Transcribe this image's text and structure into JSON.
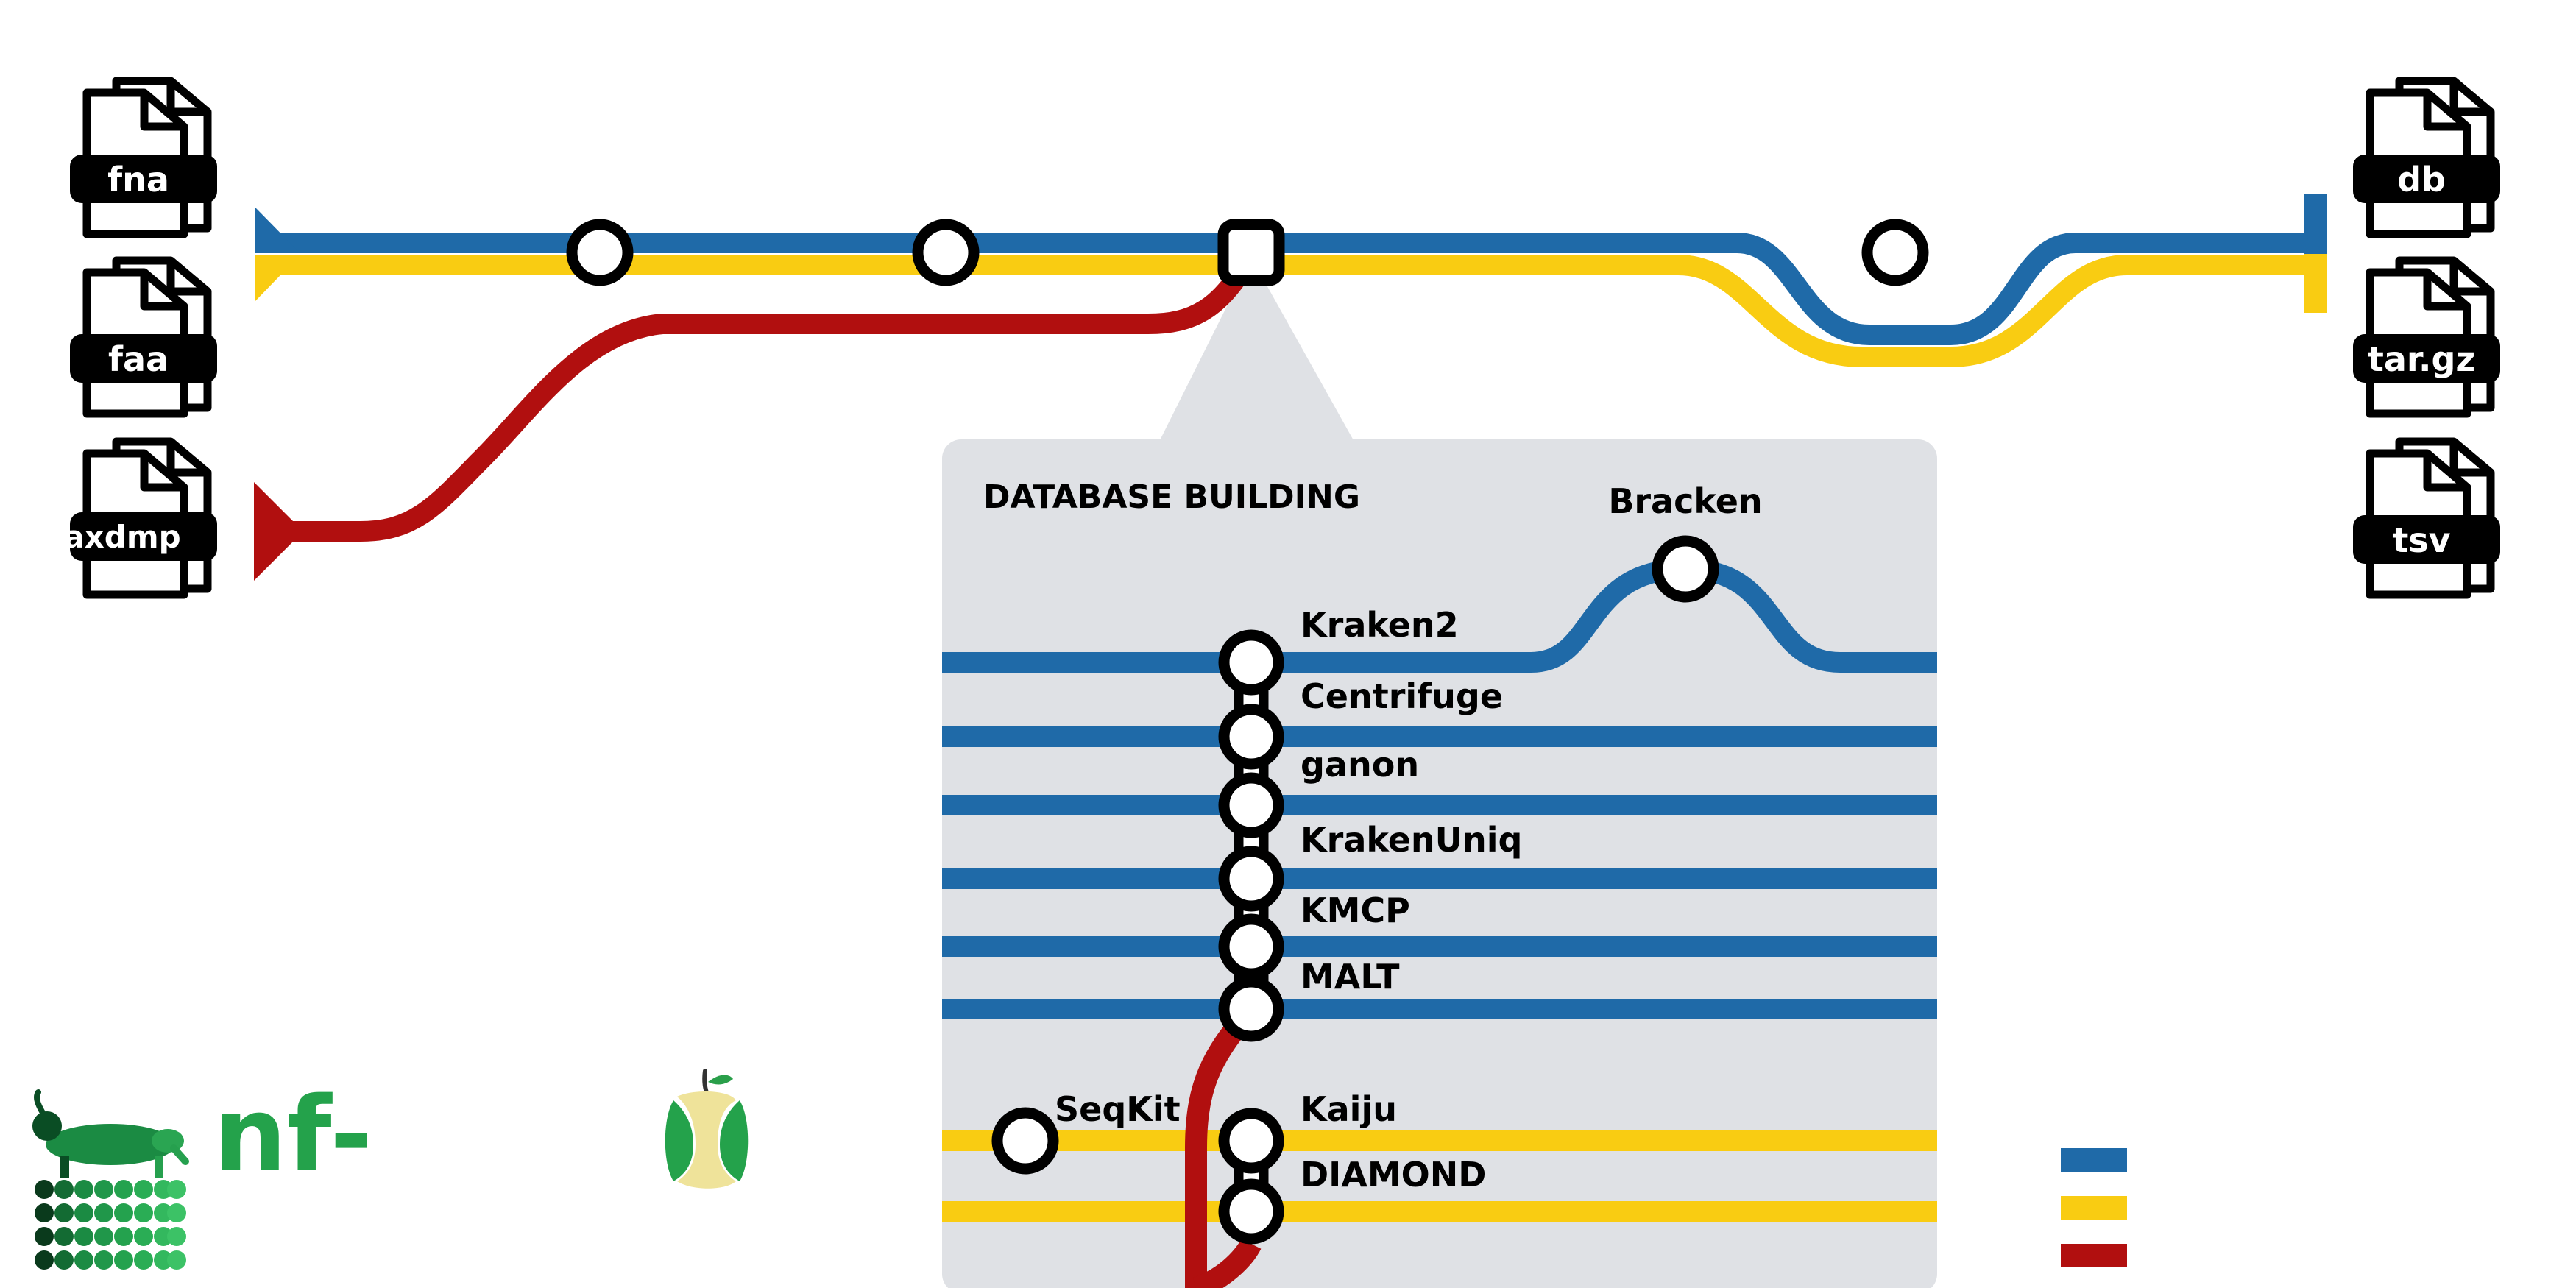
{
  "colors": {
    "nucleotide": "#1f6aa8",
    "protein": "#f9cc12",
    "taxonomy": "#b10f0f",
    "panel": "#dfe1e5",
    "logo_green": "#24a24b"
  },
  "inputs": [
    {
      "label": "fna",
      "icon": "file-stack-icon"
    },
    {
      "label": "faa",
      "icon": "file-stack-icon"
    },
    {
      "label": "taxdmp",
      "icon": "file-stack-icon"
    }
  ],
  "outputs": [
    {
      "label": "db",
      "icon": "file-stack-icon"
    },
    {
      "label": "tar.gz",
      "icon": "file-stack-icon"
    },
    {
      "label": "tsv",
      "icon": "file-stack-icon"
    }
  ],
  "panel": {
    "title": "DATABASE BUILDING",
    "tools": {
      "bracken": "Bracken",
      "kraken2": "Kraken2",
      "centrifuge": "Centrifuge",
      "ganon": "ganon",
      "krakenuniq": "KrakenUniq",
      "kmcp": "KMCP",
      "malt": "MALT",
      "seqkit": "SeqKit",
      "kaiju": "Kaiju",
      "diamond": "DIAMOND"
    }
  },
  "logo": {
    "text": "nf-",
    "mascot_icon": "dachshund-icon",
    "apple_icon": "apple-core-icon"
  },
  "legend": {
    "swatches": [
      "#1f6aa8",
      "#f9cc12",
      "#b10f0f"
    ]
  }
}
